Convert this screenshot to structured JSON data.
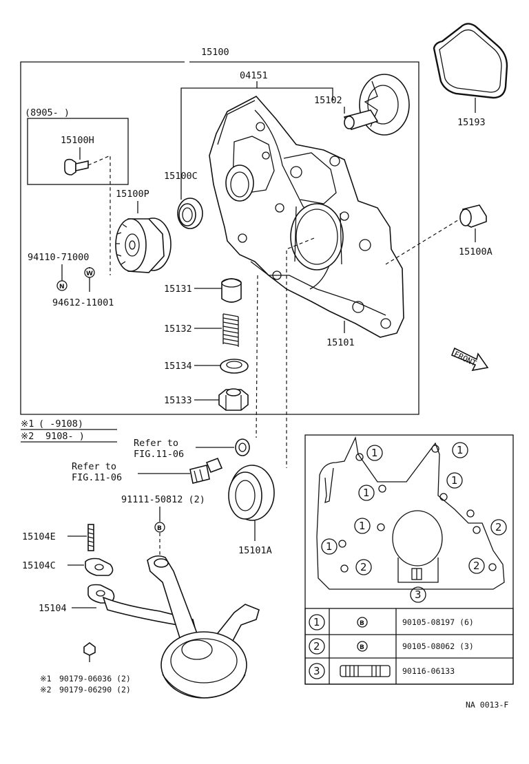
{
  "diagram": {
    "labels": {
      "assy": "15100",
      "kit": "04151",
      "rotor": "15102",
      "gasket_top": "15193",
      "date_range": "(8905-      )",
      "screw_h": "15100H",
      "seal_c": "15100C",
      "gear_p": "15100P",
      "sleeve_a": "15100A",
      "nut_n": "94110-71000",
      "washer_w": "94612-11001",
      "valve": "15131",
      "spring": "15132",
      "washer_134": "15134",
      "plug": "15133",
      "body": "15101",
      "front": "FRONT",
      "note1": "(     -9108)",
      "note2": "9108-      )",
      "refer_a1": "Refer to",
      "refer_a2": "FIG.11-06",
      "refer_b1": "Refer to",
      "refer_b2": "FIG.11-06",
      "bolt_count": "91111-50812 (2)",
      "oring_a": "15101A",
      "stud": "15104E",
      "gasket_c": "15104C",
      "strainer": "15104",
      "bolt_1": "90179-06036 (2)",
      "bolt_2": "90179-06290 (2)",
      "code": "NA 0013-F"
    },
    "symbols": {
      "note1_mark": "※1",
      "note2_mark": "※2",
      "n_mark": "N",
      "w_mark": "W",
      "b_mark": "B",
      "one": "1",
      "two": "2",
      "three": "3"
    },
    "table": [
      {
        "num": "1",
        "mark": "B",
        "part": "90105-08197 (6)"
      },
      {
        "num": "2",
        "mark": "B",
        "part": "90105-08062 (3)"
      },
      {
        "num": "3",
        "mark": "",
        "part": "90116-06133"
      }
    ]
  }
}
